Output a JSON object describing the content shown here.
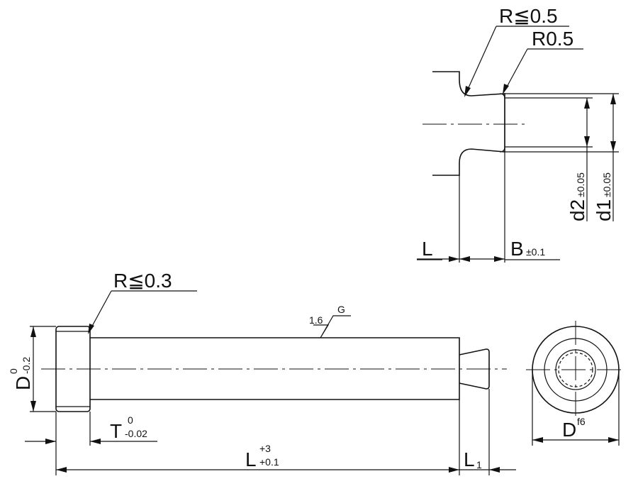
{
  "labels": {
    "r_le_05": "R≦0.5",
    "r05": "R0.5",
    "d2": "d2",
    "d2_sub_tol": "±0.05",
    "d1": "d1",
    "d1_sub_tol": "±0.05",
    "L_top": "L",
    "B": "B",
    "B_tol": "±0.1",
    "r_le_03": "R≦0.3",
    "roughness_value": "1.6",
    "roughness_mark": "G",
    "D": "D",
    "D_tol_upper": "0",
    "D_tol_lower": "-0.2",
    "T": "T",
    "T_tol_upper": "0",
    "T_tol_lower": "-0.02",
    "L_main": "L",
    "L_tol_upper": "+3",
    "L_tol_lower": "+0.1",
    "L1": "L",
    "L1_sub": "1",
    "Df6": "D",
    "Df6_sup": "f6"
  }
}
